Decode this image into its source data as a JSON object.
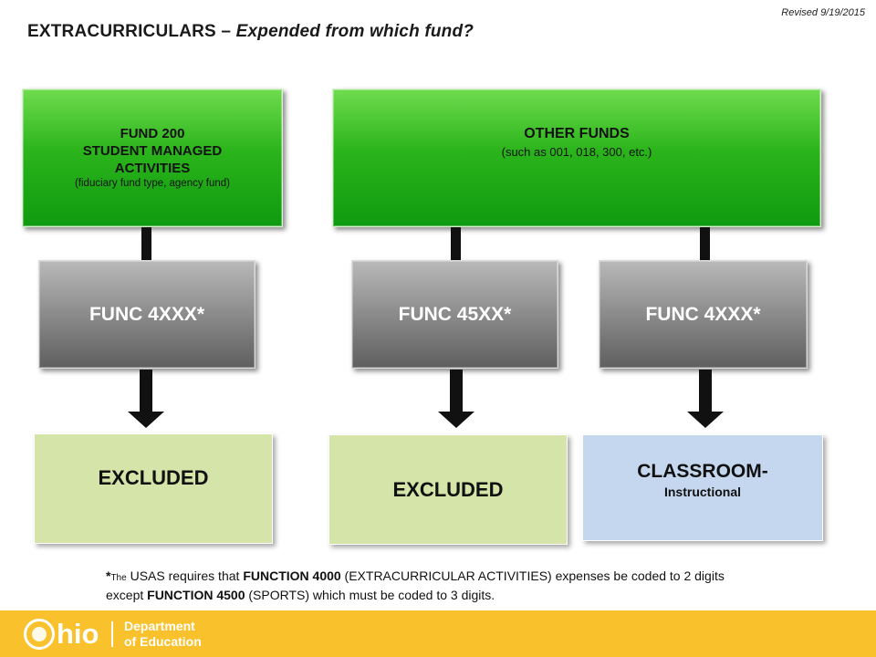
{
  "header": {
    "revised": "Revised 9/19/2015",
    "title_main": "EXTRACURRICULARS – ",
    "title_italic": "Expended from which fund?"
  },
  "fund200": {
    "line1": "FUND 200",
    "line2": "STUDENT MANAGED",
    "line3": "ACTIVITIES",
    "line4": "(fiduciary fund type, agency fund)"
  },
  "other_funds": {
    "title": "OTHER FUNDS",
    "subtitle": "(such as 001, 018, 300, etc.)"
  },
  "func_boxes": [
    {
      "label": "FUNC 4XXX*"
    },
    {
      "label": "FUNC 45XX*"
    },
    {
      "label": "FUNC 4XXX*"
    }
  ],
  "outcomes": [
    {
      "label": "EXCLUDED"
    },
    {
      "label": "EXCLUDED"
    },
    {
      "title": "CLASSROOM-",
      "subtitle": "Instructional"
    }
  ],
  "footnote": {
    "star": "*",
    "the": "The",
    "t1": " USAS requires that ",
    "b1": "FUNCTION 4000",
    "t2": " (EXTRACURRICULAR ACTIVITIES) expenses be coded to 2 digits except ",
    "b2": "FUNCTION 4500",
    "t3": " (SPORTS) which must be coded to 3 digits."
  },
  "footer": {
    "logo_word": "hio",
    "dept_line1": "Department",
    "dept_line2": "of Education",
    "color": "#f9c12b"
  }
}
